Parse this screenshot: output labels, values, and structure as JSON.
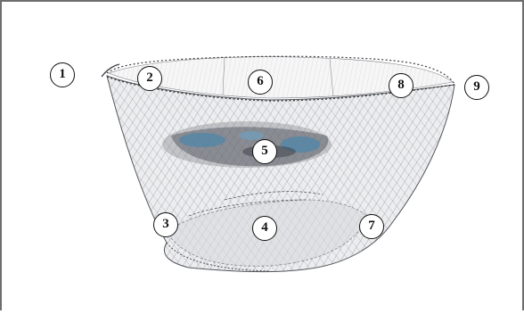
{
  "diagram": {
    "markers": [
      {
        "id": "m1",
        "label": "1"
      },
      {
        "id": "m2",
        "label": "2"
      },
      {
        "id": "m3",
        "label": "3"
      },
      {
        "id": "m4",
        "label": "4"
      },
      {
        "id": "m5",
        "label": "5"
      },
      {
        "id": "m6",
        "label": "6"
      },
      {
        "id": "m7",
        "label": "7"
      },
      {
        "id": "m8",
        "label": "8"
      },
      {
        "id": "m9",
        "label": "9"
      }
    ],
    "colors": {
      "net_mesh": "#6f7176",
      "net_fill": "#ecedef",
      "top_rope": "#3c3d40",
      "catch_blue": "#4f86a8",
      "catch_dark": "#3a3d44",
      "frame": "#6e6e6e"
    }
  }
}
